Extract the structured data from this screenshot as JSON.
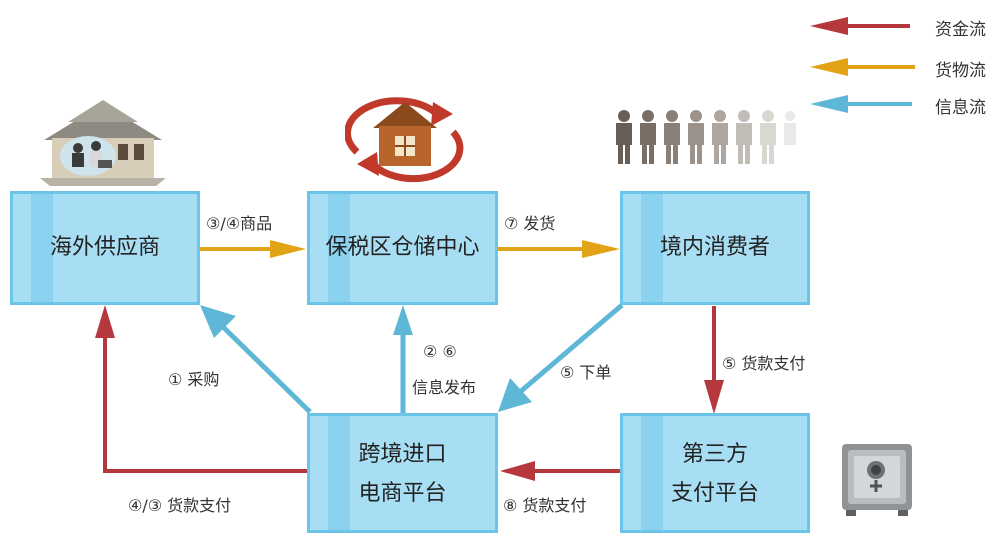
{
  "legend": [
    {
      "label": "资金流",
      "color": "#b5383d"
    },
    {
      "label": "货物流",
      "color": "#e3a316"
    },
    {
      "label": "信息流",
      "color": "#5eb7d6"
    }
  ],
  "nodes": {
    "supplier": "海外供应商",
    "warehouse": "保税区仓储中心",
    "consumer": "境内消费者",
    "platform_line1": "跨境进口",
    "platform_line2": "电商平台",
    "payment_line1": "第三方",
    "payment_line2": "支付平台"
  },
  "edges": {
    "supplier_to_warehouse": "③/④商品",
    "warehouse_to_consumer": "⑦ 发货",
    "platform_to_supplier": "① 采购",
    "platform_to_warehouse_num": "② ⑥",
    "platform_to_warehouse_text": "信息发布",
    "consumer_to_platform": "⑤ 下单",
    "consumer_to_payment": "⑤ 货款支付",
    "payment_to_platform": "⑧ 货款支付",
    "platform_to_supplier_money": "④/③  货款支付"
  },
  "icons": {
    "supplier": "office-house-icon",
    "warehouse": "warehouse-house-icon",
    "consumers": "people-group-icon",
    "payment": "safe-icon"
  }
}
